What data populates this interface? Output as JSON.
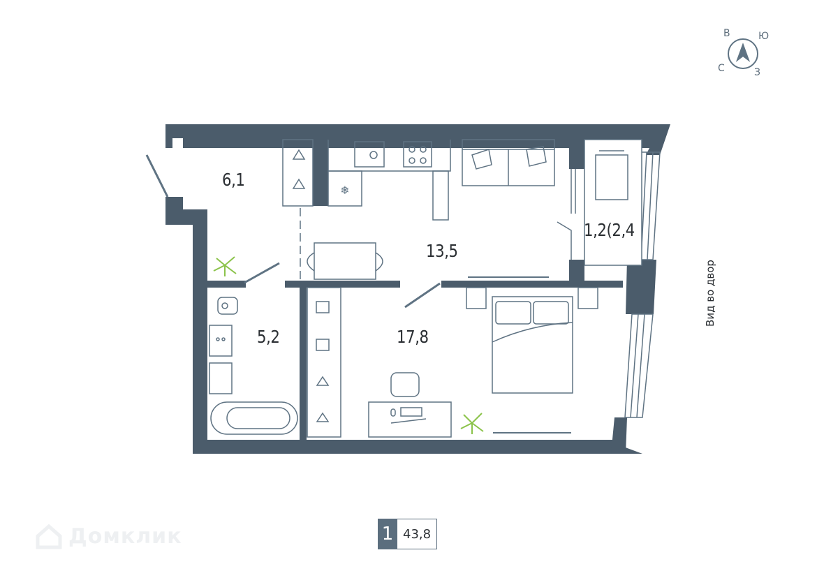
{
  "rooms": {
    "hall": "6,1",
    "kitchen_living": "13,5",
    "balcony": "1,2(2,4",
    "bathroom": "5,2",
    "bedroom": "17,8"
  },
  "view_label": "Вид во двор",
  "compass": {
    "north": "С",
    "east": "В",
    "south": "Ю",
    "west": "З"
  },
  "badge": {
    "rooms": "1",
    "total_area": "43,8"
  },
  "brand": {
    "name": "Домклик"
  },
  "colors": {
    "wall": "#4b5c6b",
    "furniture": "#5f7383",
    "plant": "#8bc34a"
  }
}
